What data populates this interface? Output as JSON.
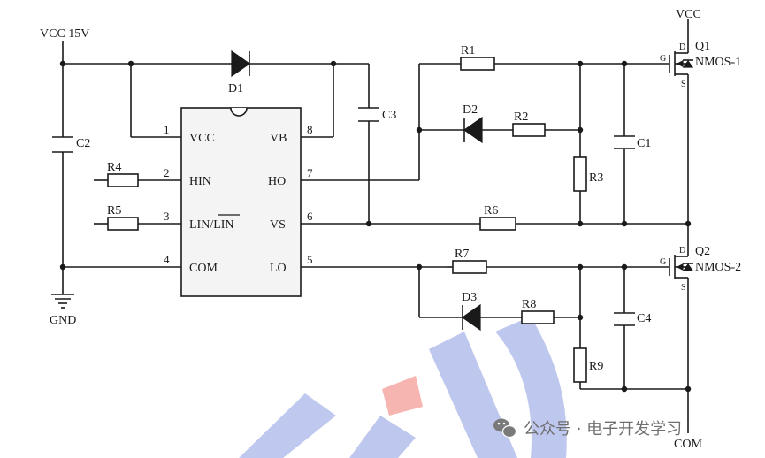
{
  "labels": {
    "vcc15": "VCC 15V",
    "c2": "C2",
    "gnd": "GND",
    "d1": "D1",
    "c3": "C3",
    "r4": "R4",
    "r5": "R5",
    "r1": "R1",
    "d2": "D2",
    "r2": "R2",
    "r3": "R3",
    "c1": "C1",
    "r6": "R6",
    "r7": "R7",
    "d3": "D3",
    "r8": "R8",
    "r9": "R9",
    "c4": "C4",
    "vcc_top": "VCC",
    "com_bottom": "COM",
    "q1": "Q1",
    "nmos1": "NMOS-1",
    "q2": "Q2",
    "nmos2": "NMOS-2",
    "gate": "G",
    "drain": "D",
    "source": "S"
  },
  "ic": {
    "pins_left": [
      {
        "num": "1",
        "name": "VCC"
      },
      {
        "num": "2",
        "name": "HIN"
      },
      {
        "num": "3",
        "name": "LIN/LIN"
      },
      {
        "num": "4",
        "name": "COM"
      }
    ],
    "pins_right": [
      {
        "num": "8",
        "name": "VB"
      },
      {
        "num": "7",
        "name": "HO"
      },
      {
        "num": "6",
        "name": "VS"
      },
      {
        "num": "5",
        "name": "LO"
      }
    ]
  },
  "watermark": {
    "text": "公众号 · 电子开发学习",
    "colors": {
      "blue": "#3d55c8",
      "red": "#e8473b"
    }
  }
}
